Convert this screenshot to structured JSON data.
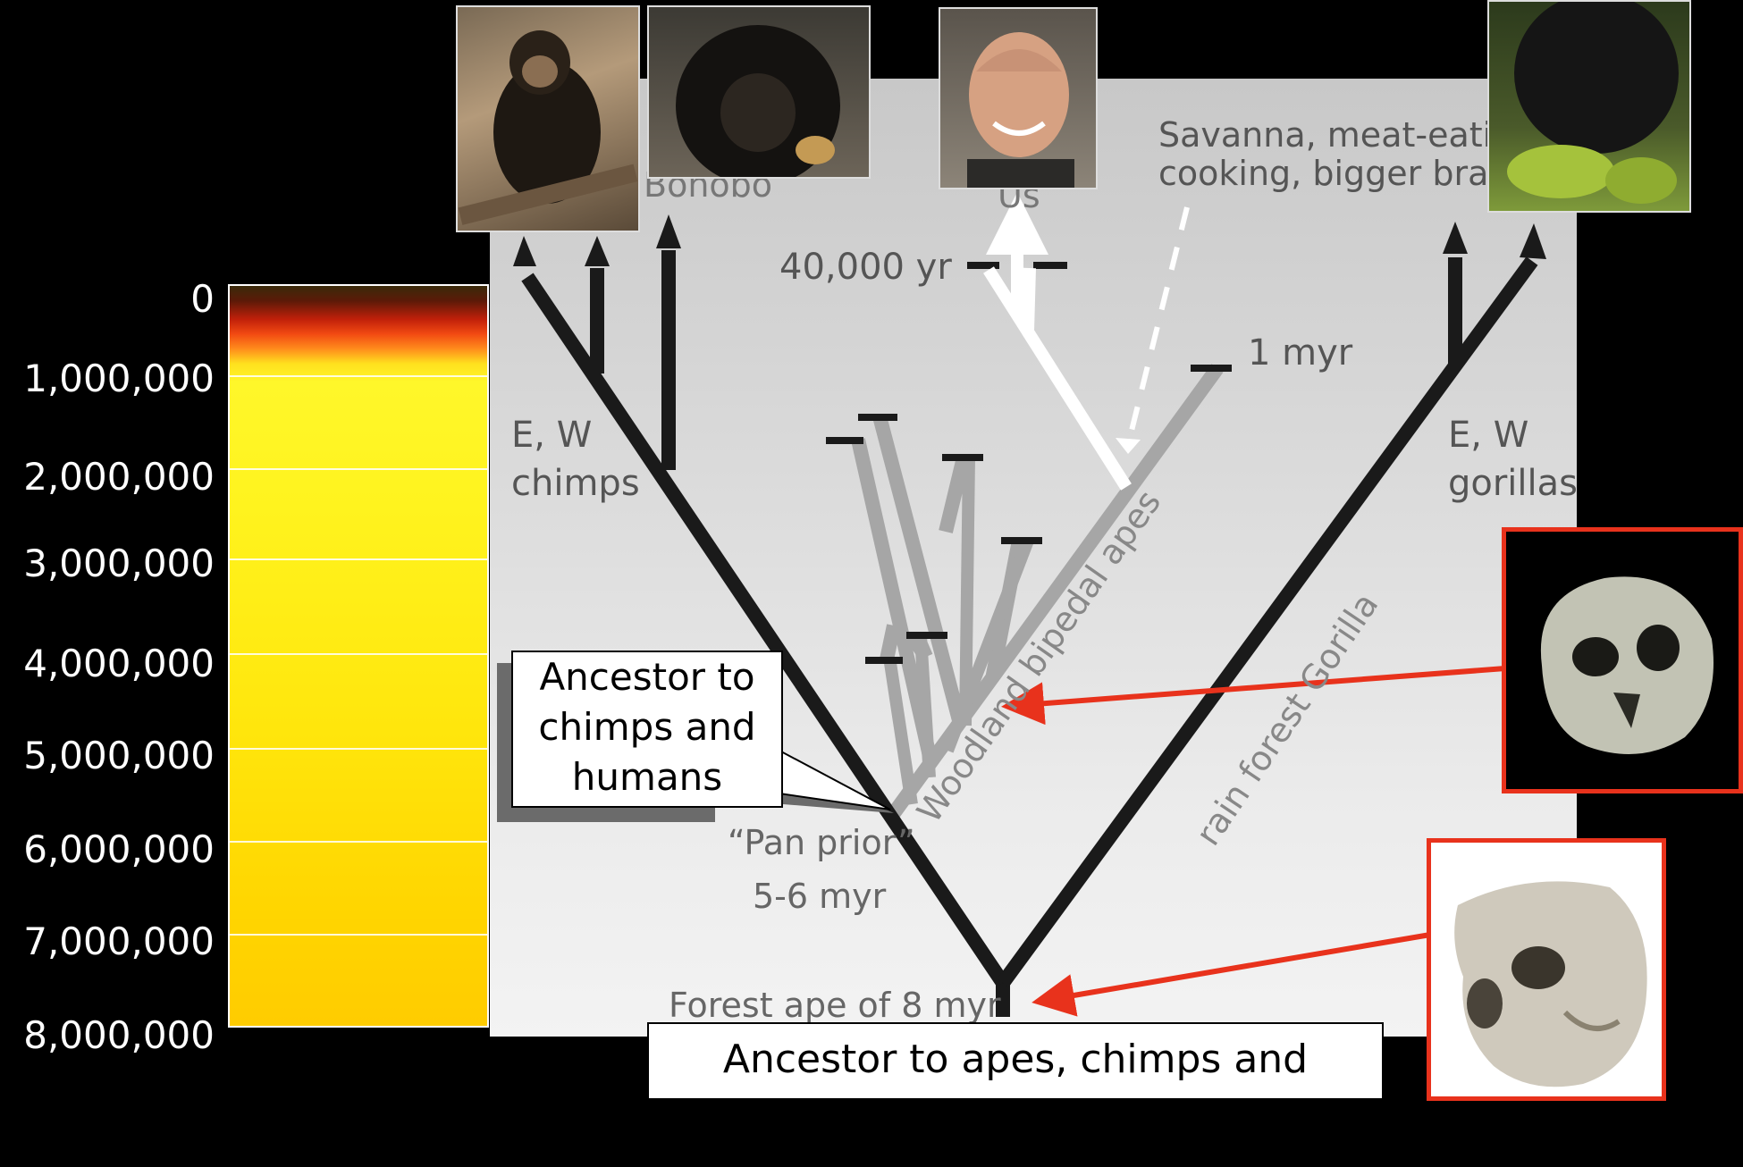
{
  "timescale": {
    "ticks": [
      "0",
      "1,000,000",
      "2,000,000",
      "3,000,000",
      "4,000,000",
      "5,000,000",
      "6,000,000",
      "7,000,000",
      "8,000,000"
    ]
  },
  "tree": {
    "leaf_labels": {
      "bonobo": "Bonobo",
      "us": "Us"
    },
    "time_40k": "40,000 yr",
    "time_1myr": "1 myr",
    "savanna_note": "Savanna, meat-eating,\ncooking, bigger brains",
    "chimps_label": "E, W\nchimps",
    "gorillas_label": "E, W\ngorillas",
    "woodland_label": "Woodland bipedal apes",
    "rainforest_label": "rain forest Gorilla",
    "pan_prior": "“Pan prior”",
    "pan_prior_date": "5-6 myr",
    "forest_ape": "Forest ape of 8 myr"
  },
  "callouts": {
    "chimps_humans": "Ancestor to\nchimps and\nhumans",
    "apes_chimps_humans": "Ancestor to apes, chimps and humans"
  },
  "colors": {
    "background": "#000000",
    "arrow_red": "#e8321c",
    "frame_red": "#e8321c",
    "hominid_branch": "#a6a6a6",
    "main_branch": "#1a1a1a",
    "human_branch": "#ffffff"
  }
}
